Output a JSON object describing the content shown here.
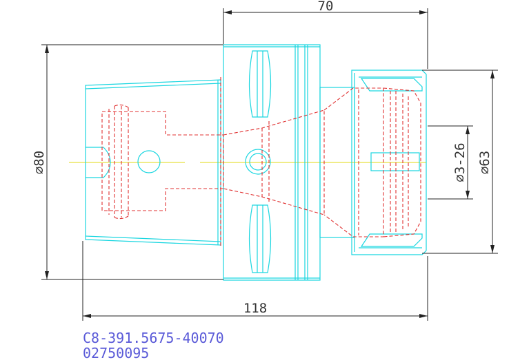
{
  "drawing": {
    "dimensions": {
      "top_length": "70",
      "overall_length": "118",
      "shank_diameter": "⌀80",
      "nut_diameter": "⌀63",
      "clamping_range": "⌀3-26"
    },
    "part_code": "C8-391.5675-40070",
    "item_number": "02750095"
  },
  "colors": {
    "outline": "#19d6e0",
    "hidden": "#e03030",
    "centerline": "#e6e040",
    "dimension": "#222222",
    "code_text": "#5a5ad8"
  }
}
